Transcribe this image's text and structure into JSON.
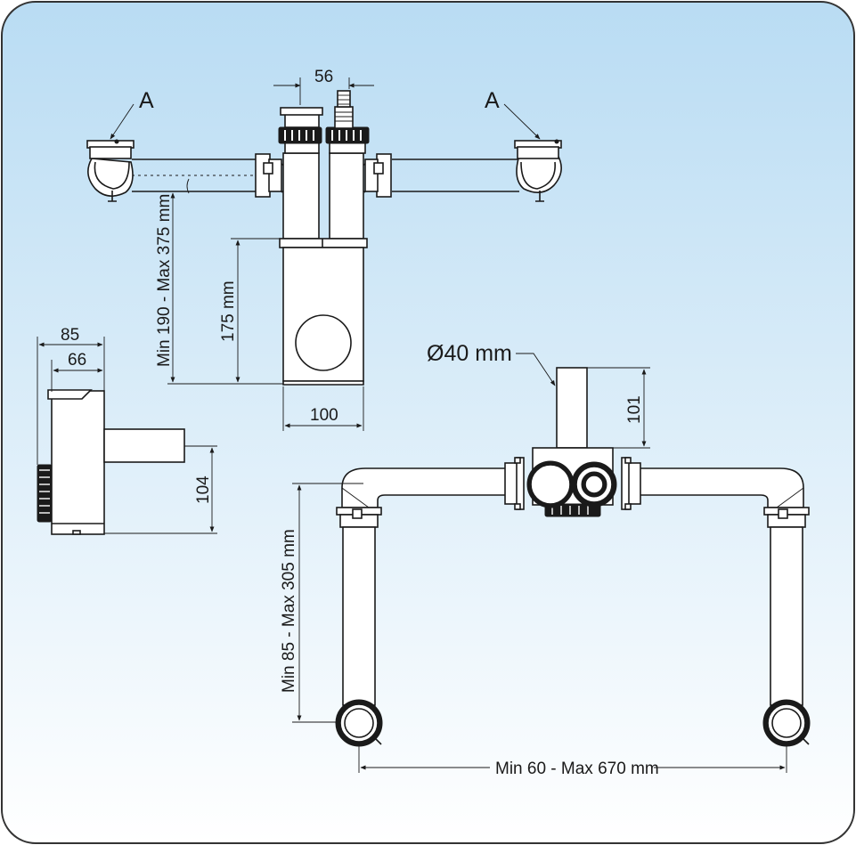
{
  "colors": {
    "background_top": "#b9dcf3",
    "background_bottom": "#ffffff",
    "line": "#1a1a1a"
  },
  "labels": {
    "a_left": "A",
    "a_right": "A",
    "width_56": "56",
    "height_175": "175 mm",
    "height_190_375": "Min 190 - Max 375 mm",
    "width_100": "100",
    "depth_85": "85",
    "depth_66": "66",
    "height_104": "104",
    "diameter_40": "Ø40 mm",
    "height_101": "101",
    "height_85_305": "Min 85 - Max 305 mm",
    "width_60_670": "Min 60 - Max 670 mm"
  }
}
